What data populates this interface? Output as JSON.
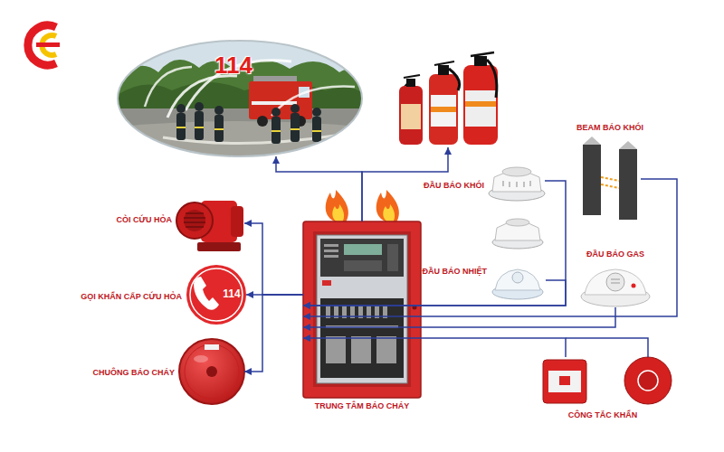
{
  "diagram": {
    "nodes": [
      {
        "text": [
          "114"
        ]
      },
      {
        "text": []
      },
      {
        "text": [
          "CÒI CỨU HỎA"
        ]
      },
      {
        "text": [
          "114",
          "GỌI KHẨN CẤP CỨU HỎA"
        ]
      },
      {
        "text": [
          "CHUÔNG BÁO CHÁY"
        ]
      },
      {
        "text": [
          "TRUNG TÂM BÁO CHÁY"
        ]
      },
      {
        "text": [
          "ĐẦU BÁO KHÓI"
        ]
      },
      {
        "text": [
          "ĐẦU BÁO NHIỆT"
        ]
      },
      {
        "text": [
          "BEAM BÁO KHÓI"
        ]
      },
      {
        "text": [
          "ĐẦU BÁO GAS"
        ]
      },
      {
        "text": [
          "CÔNG TẮC KHẨN"
        ]
      }
    ],
    "edges": [
      {
        "from": 5,
        "to": 0,
        "arrow": "to"
      },
      {
        "from": 5,
        "to": 1,
        "arrow": "to"
      },
      {
        "from": 5,
        "to": 2,
        "arrow": "to"
      },
      {
        "from": 5,
        "to": 3,
        "arrow": "to"
      },
      {
        "from": 5,
        "to": 4,
        "arrow": "to"
      },
      {
        "from": 6,
        "to": 5,
        "arrow": "to"
      },
      {
        "from": 7,
        "to": 5,
        "arrow": "to"
      },
      {
        "from": 8,
        "to": 5,
        "arrow": "to"
      },
      {
        "from": 9,
        "to": 5,
        "arrow": "to"
      },
      {
        "from": 10,
        "to": 5,
        "arrow": "to"
      }
    ]
  }
}
